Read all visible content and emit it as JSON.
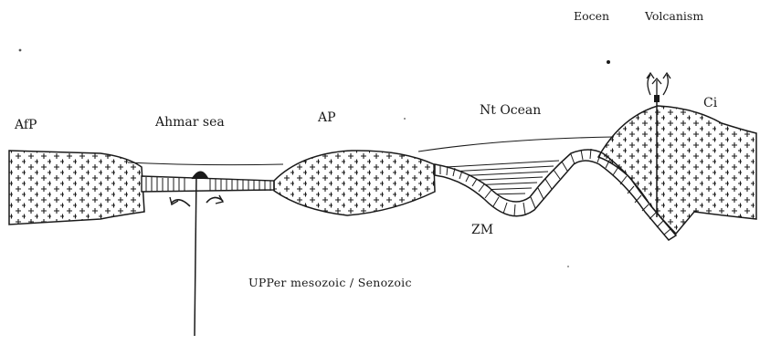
{
  "labels": {
    "afp": "AfP",
    "ahmar_sea": "Ahmar sea",
    "ap": "AP",
    "nt_ocean": "Nt Ocean",
    "eocen": "Eocen",
    "volcanism": "Volcanism",
    "ci": "Ci",
    "zm": "ZM",
    "main_caption": "UPPer mesozoic / Senozoic"
  },
  "colors": {
    "ink": "#1a1a1a",
    "background": "#ffffff"
  }
}
